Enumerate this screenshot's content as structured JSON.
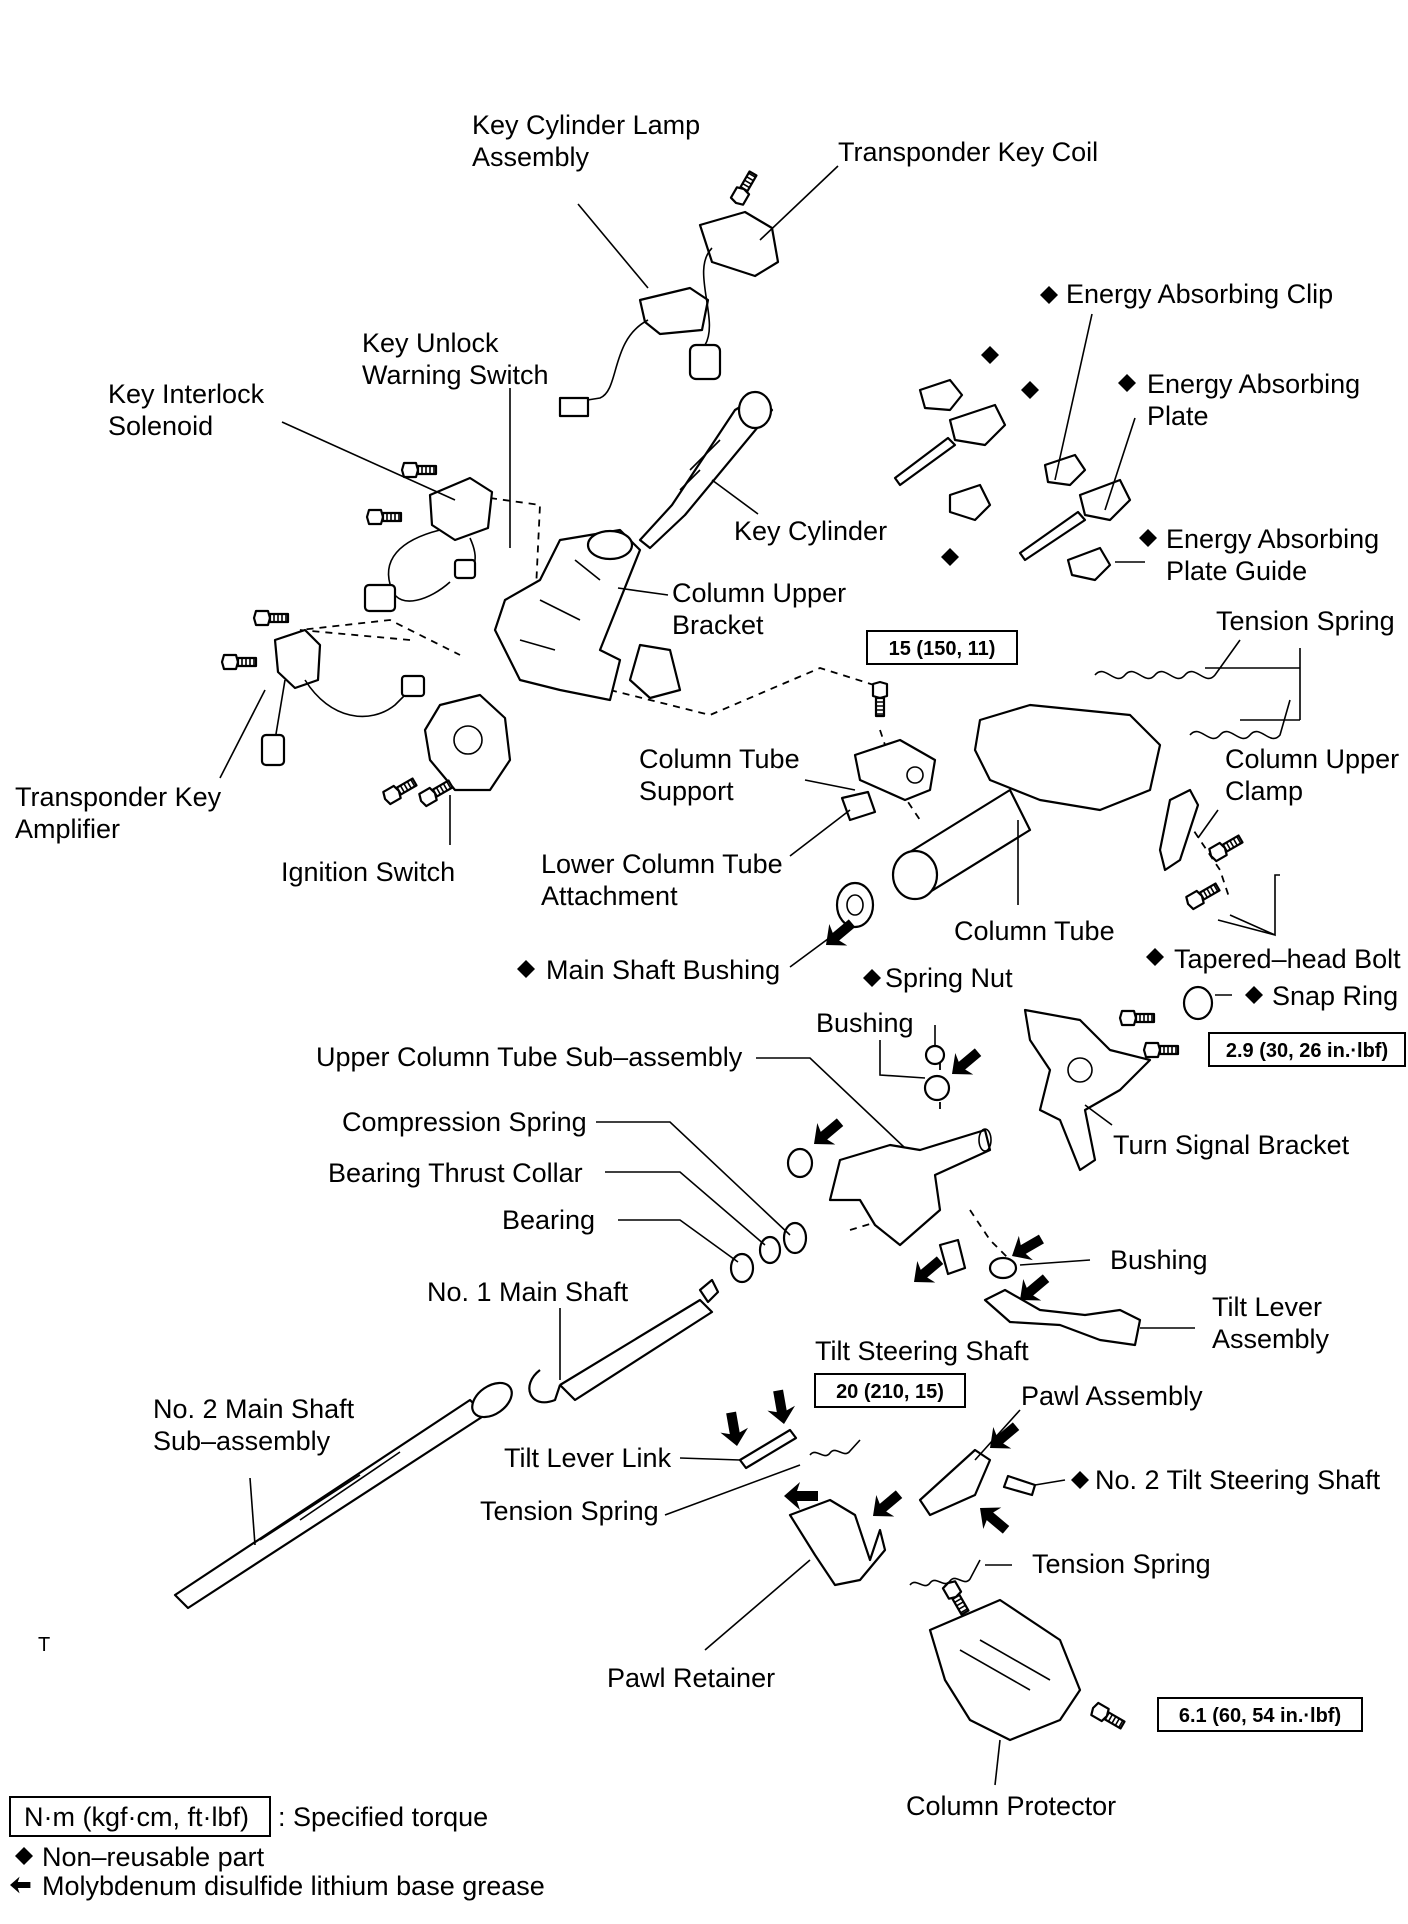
{
  "labels": {
    "key_cylinder_lamp_1": "Key Cylinder Lamp",
    "key_cylinder_lamp_2": "Assembly",
    "transponder_key_coil": "Transponder Key Coil",
    "energy_absorbing_clip": "Energy Absorbing Clip",
    "energy_absorbing_plate_1": "Energy Absorbing",
    "energy_absorbing_plate_2": "Plate",
    "key_unlock_1": "Key Unlock",
    "key_unlock_2": "Warning Switch",
    "key_interlock_1": "Key Interlock",
    "key_interlock_2": "Solenoid",
    "key_cylinder": "Key Cylinder",
    "energy_absorbing_guide_1": "Energy Absorbing",
    "energy_absorbing_guide_2": "Plate Guide",
    "column_upper_bracket_1": "Column Upper",
    "column_upper_bracket_2": "Bracket",
    "tension_spring_top": "Tension Spring",
    "column_upper_clamp_1": "Column Upper",
    "column_upper_clamp_2": "Clamp",
    "column_tube_support_1": "Column Tube",
    "column_tube_support_2": "Support",
    "transponder_amp_1": "Transponder Key",
    "transponder_amp_2": "Amplifier",
    "lower_attachment_1": "Lower Column Tube",
    "lower_attachment_2": "Attachment",
    "ignition_switch": "Ignition Switch",
    "column_tube": "Column Tube",
    "tapered_head_bolt": "Tapered–head Bolt",
    "main_shaft_bushing": "Main Shaft Bushing",
    "spring_nut": "Spring Nut",
    "snap_ring": "Snap Ring",
    "bushing_upper": "Bushing",
    "upper_column_tube": "Upper Column Tube Sub–assembly",
    "turn_signal_bracket": "Turn Signal Bracket",
    "compression_spring": "Compression Spring",
    "bearing_thrust_collar": "Bearing Thrust Collar",
    "bearing": "Bearing",
    "bushing_lower": "Bushing",
    "no1_main_shaft": "No. 1 Main Shaft",
    "tilt_lever_1": "Tilt Lever",
    "tilt_lever_2": "Assembly",
    "tilt_steering_shaft": "Tilt Steering Shaft",
    "no2_main_shaft_1": "No. 2 Main Shaft",
    "no2_main_shaft_2": "Sub–assembly",
    "pawl_assembly": "Pawl Assembly",
    "tilt_lever_link": "Tilt Lever Link",
    "no2_tilt_steering_shaft": "No. 2 Tilt Steering Shaft",
    "tension_spring_left": "Tension Spring",
    "tension_spring_right": "Tension Spring",
    "pawl_retainer": "Pawl Retainer",
    "column_protector": "Column Protector",
    "corner_mark": "T"
  },
  "torques": {
    "t1": "15 (150, 11)",
    "t2": "2.9 (30, 26 in.·lbf)",
    "t3": "20 (210, 15)",
    "t4": "6.1 (60, 54 in.·lbf)"
  },
  "legend": {
    "torque_unit": "N·m (kgf·cm, ft·lbf)",
    "torque_desc": ": Specified torque",
    "nonreusable": "Non–reusable part",
    "grease": "Molybdenum disulfide lithium base grease"
  },
  "symbols": {
    "diamond": "◆",
    "grease_arrow": "🡄"
  }
}
